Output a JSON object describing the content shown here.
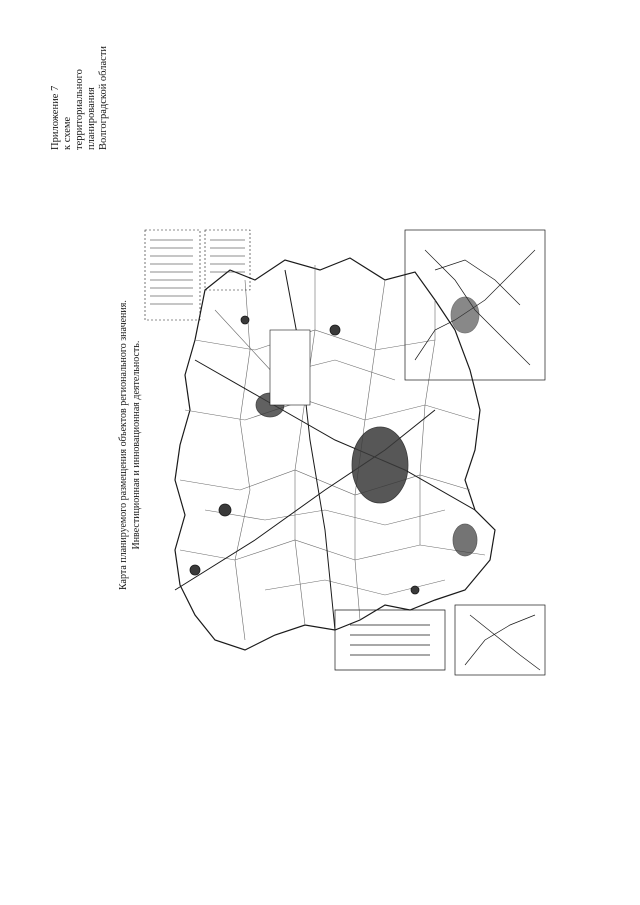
{
  "appendix": {
    "line1": "Приложение 7",
    "line2": "к схеме",
    "line3": "территориального",
    "line4": "планирования",
    "line5": "Волгоградской области"
  },
  "map_title": {
    "line1": "Карта планируемого размещения объектов регионального значения.",
    "line2": "Инвестиционная и инновационная деятельность."
  },
  "colors": {
    "ink": "#1a1a1a",
    "grid": "#6a6a6a",
    "fill": "#3a3a3a"
  }
}
